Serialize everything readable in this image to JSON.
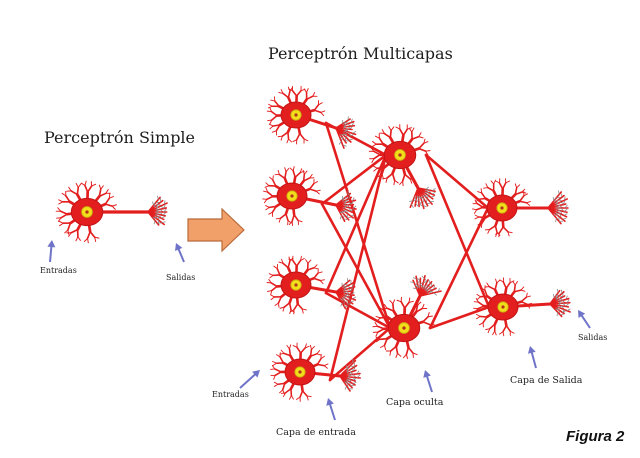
{
  "titles": {
    "simple": "Perceptrón Simple",
    "multi": "Perceptrón Multicapas"
  },
  "labels": {
    "simple_inputs": "Entradas",
    "simple_outputs": "Salidas",
    "multi_inputs": "Entradas",
    "multi_outputs": "Salidas",
    "input_layer": "Capa de entrada",
    "hidden_layer": "Capa oculta",
    "output_layer": "Capa de Salida"
  },
  "figure": "Figura 2",
  "colors": {
    "neuron": "#e31e1e",
    "neuron_dark": "#c21414",
    "nucleus": "#f3de1c",
    "arrow_blue": "#6f74c9",
    "arrow_orange": "#f2a06a",
    "arrow_orange_edge": "#b96a3a",
    "terminal": "#8a8a8a"
  },
  "icons": {
    "neuron": "neuron-icon",
    "pointer": "pointer-arrow-icon",
    "big_arrow": "right-arrow-icon"
  }
}
